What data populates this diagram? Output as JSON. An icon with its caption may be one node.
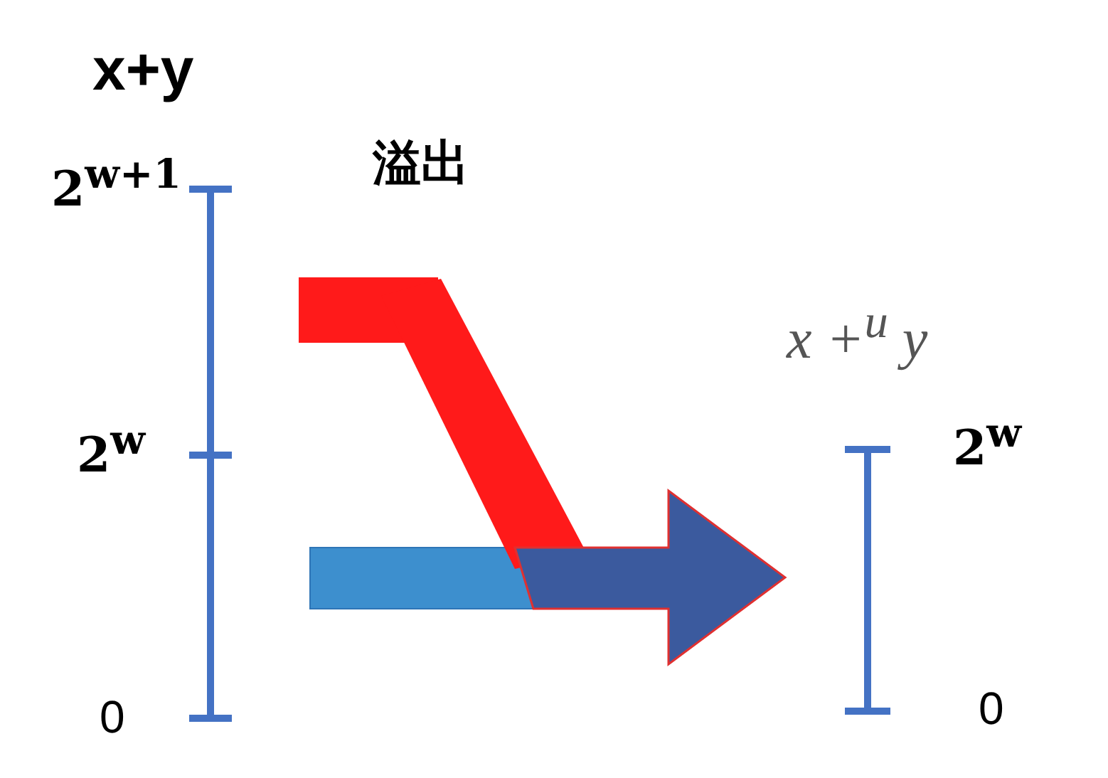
{
  "diagram": {
    "labels": [
      "x+y",
      "溢出",
      "2$^{w+1}$",
      "x +$^{u}$ y",
      "2$^{w}$",
      "2$^{w}$",
      "0",
      "0"
    ]
  }
}
